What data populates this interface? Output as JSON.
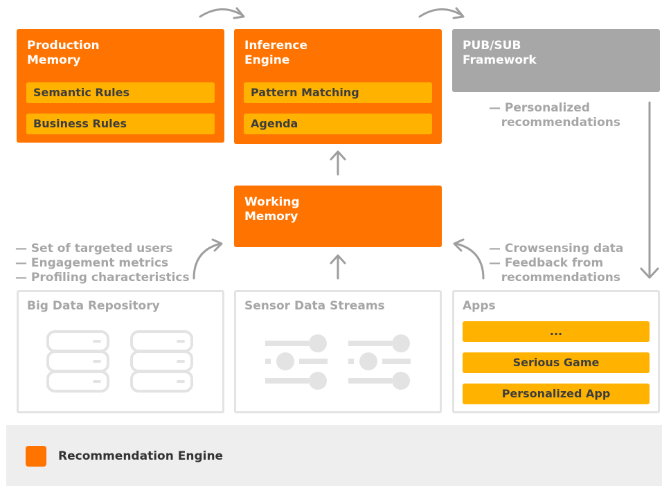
{
  "production_memory": {
    "title": "Production\nMemory",
    "items": [
      "Semantic Rules",
      "Business Rules"
    ]
  },
  "inference_engine": {
    "title": "Inference\nEngine",
    "items": [
      "Pattern Matching",
      "Agenda"
    ]
  },
  "pubsub": {
    "title": "PUB/SUB\nFramework",
    "note": "— Personalized\n   recommendations"
  },
  "working_memory": {
    "title": "Working\nMemory"
  },
  "left_notes": "— Set of targeted users\n— Engagement metrics\n— Profiling characteristics",
  "right_notes": "— Crowsensing data\n— Feedback from\n   recommendations",
  "big_data": {
    "title": "Big Data Repository"
  },
  "sensor_streams": {
    "title": "Sensor Data Streams"
  },
  "apps": {
    "title": "Apps",
    "items": [
      "...",
      "Serious Game",
      "Personalized App"
    ]
  },
  "legend": {
    "label": "Recommendation Engine"
  },
  "colors": {
    "engine_orange": "#ff7300",
    "chip_yellow": "#ffb300",
    "framework_gray": "#a7a7a7",
    "arrow_gray": "#9e9e9e",
    "outline_gray": "#e3e3e3",
    "icon_gray": "#e3e3e3"
  }
}
